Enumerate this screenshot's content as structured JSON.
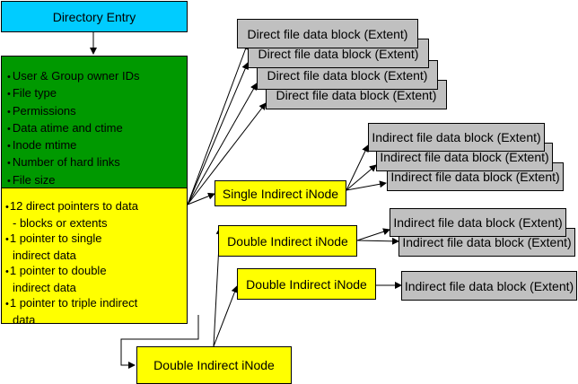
{
  "directory_entry": {
    "label": "Directory Entry"
  },
  "inode_attributes": [
    "User & Group owner IDs",
    "File type",
    "Permissions",
    "Data atime and ctime",
    "Inode mtime",
    "Number of hard links",
    "File size"
  ],
  "inode_pointers": [
    "12 direct pointers to data\n- blocks or extents",
    "1 pointer to single\nindirect data",
    "1 pointer to double\nindirect data",
    "1 pointer to triple indirect\ndata"
  ],
  "direct_blocks": [
    "Direct file data block (Extent)",
    "Direct file data block (Extent)",
    "Direct file data block (Extent)",
    "Direct file data block (Extent)"
  ],
  "single_indirect": {
    "label": "Single Indirect iNode",
    "blocks": [
      "Indirect file data block (Extent)",
      "Indirect file data block (Extent)",
      "Indirect file data block (Extent)"
    ]
  },
  "double_indirect": {
    "label": "Double Indirect iNode",
    "blocks": [
      "Indirect file data block (Extent)",
      "Indirect file data block (Extent)"
    ]
  },
  "double_indirect_2": {
    "label": "Double Indirect iNode",
    "blocks": [
      "Indirect file data block (Extent)"
    ]
  },
  "double_indirect_3": {
    "label": "Double Indirect iNode"
  },
  "colors": {
    "directory_entry": "#00ccff",
    "inode_attributes": "#009900",
    "inode_pointers": "#ffff00",
    "indirect_node": "#ffff00",
    "data_block": "#c0c0c0"
  }
}
